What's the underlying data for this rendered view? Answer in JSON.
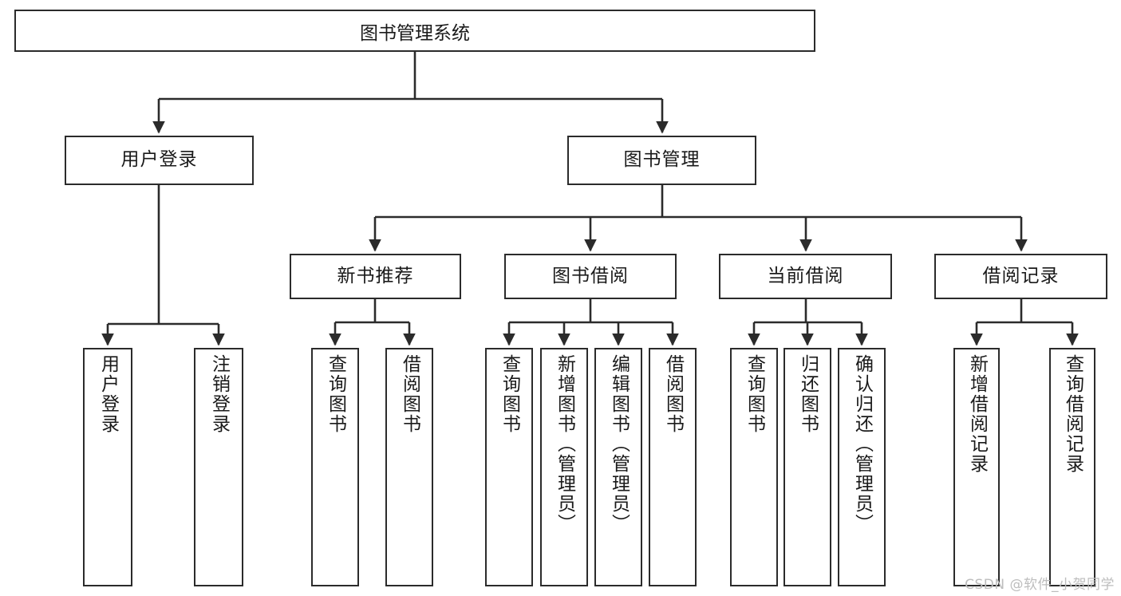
{
  "diagram": {
    "title": "图书管理系统",
    "type": "tree-hierarchy-diagram",
    "orientation": "top-down",
    "colors": {
      "node_border": "#2b2b2b",
      "node_fill": "#ffffff",
      "edge": "#2b2b2b",
      "text": "#1a1a1a",
      "watermark": "#bdbdbd",
      "background": "#ffffff"
    }
  },
  "root": {
    "label": "图书管理系统"
  },
  "level2": [
    {
      "label": "用户登录"
    },
    {
      "label": "图书管理"
    }
  ],
  "level3": [
    {
      "label": "新书推荐"
    },
    {
      "label": "图书借阅"
    },
    {
      "label": "当前借阅"
    },
    {
      "label": "借阅记录"
    }
  ],
  "leaves": {
    "user_login": [
      {
        "label": "用户登录"
      },
      {
        "label": "注销登录"
      }
    ],
    "new_book_recommend": [
      {
        "label": "查询图书"
      },
      {
        "label": "借阅图书"
      }
    ],
    "book_borrow": [
      {
        "label": "查询图书"
      },
      {
        "label": "新增图书（管理员）"
      },
      {
        "label": "编辑图书（管理员）"
      },
      {
        "label": "借阅图书"
      }
    ],
    "current_borrow": [
      {
        "label": "查询图书"
      },
      {
        "label": "归还图书"
      },
      {
        "label": "确认归还（管理员）"
      }
    ],
    "borrow_record": [
      {
        "label": "新增借阅记录"
      },
      {
        "label": "查询借阅记录"
      }
    ]
  },
  "watermark": {
    "text": "CSDN @软件_小贺同学"
  }
}
